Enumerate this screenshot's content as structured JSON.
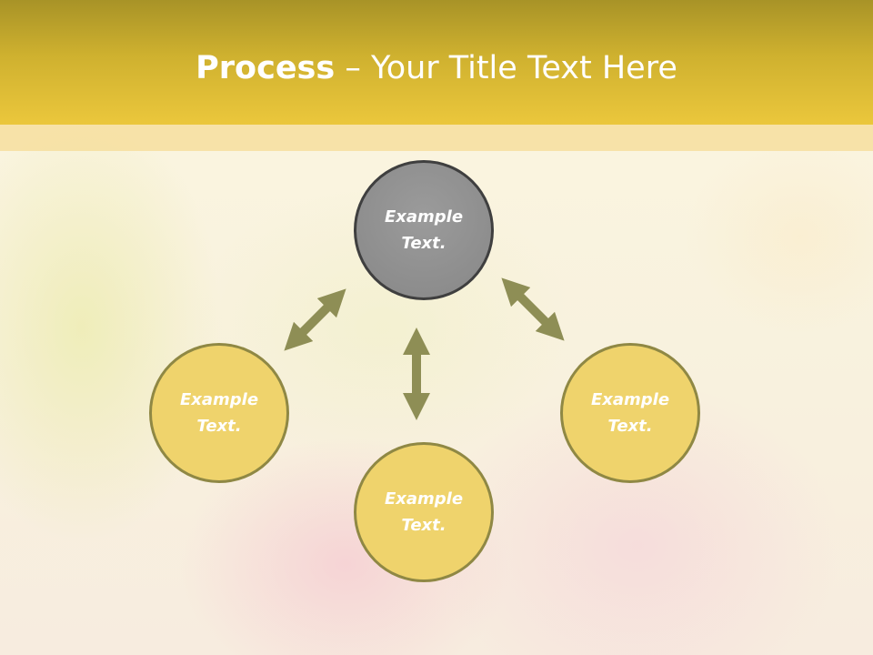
{
  "slide": {
    "title_bold": "Process",
    "title_rest": " – Your Title Text Here"
  },
  "nodes": {
    "top": "Example\nText.",
    "left": "Example\nText.",
    "right": "Example\nText.",
    "bottom": "Example\nText."
  },
  "colors": {
    "header": "#cfb12f",
    "node_fill": "#efd36c",
    "node_border": "#8f8844",
    "center_node_fill": "#8a8a8a",
    "center_node_border": "#3f3f3f",
    "arrow": "#8e8e55"
  }
}
